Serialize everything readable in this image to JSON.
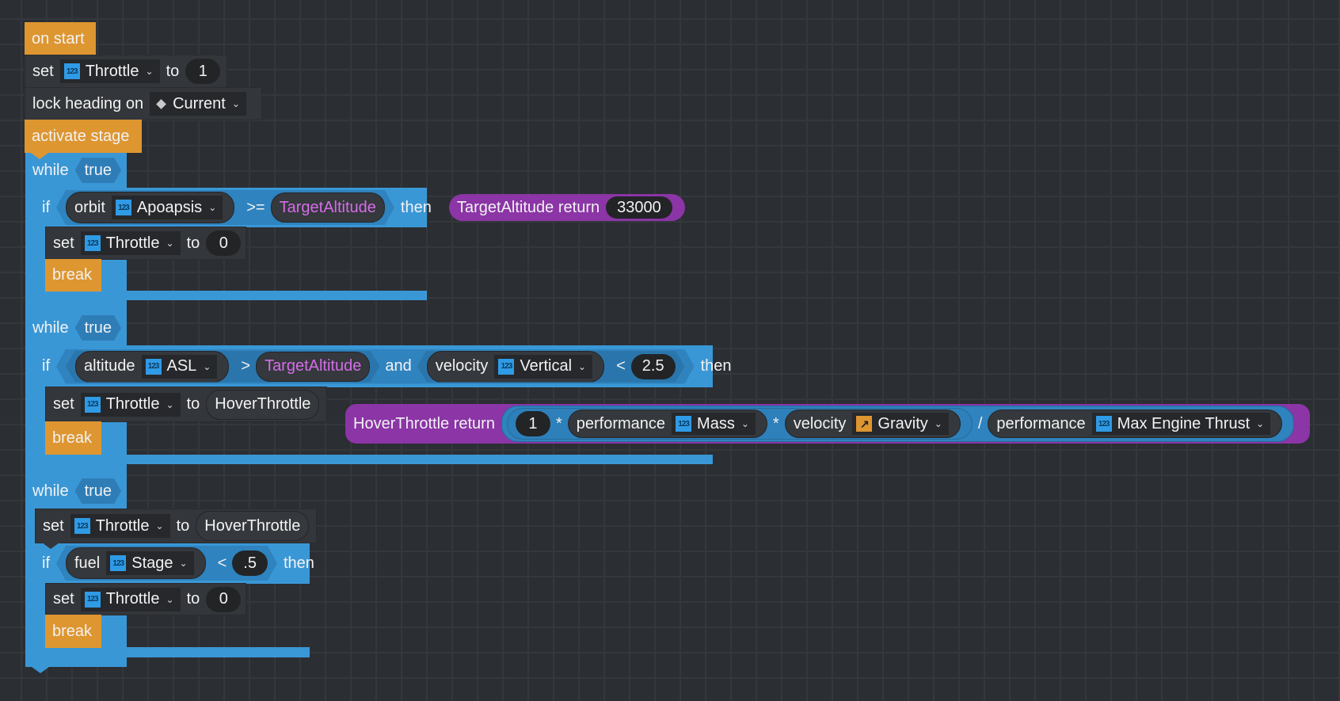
{
  "on_start": {
    "label": "on start"
  },
  "set1": {
    "kw": "set",
    "var": "Throttle",
    "to": "to",
    "value": "1"
  },
  "lock": {
    "label": "lock heading on",
    "option": "Current"
  },
  "activate": {
    "label": "activate stage"
  },
  "loop1": {
    "while": "while",
    "cond": "true",
    "if": "if",
    "then": "then",
    "lhs_category": "orbit",
    "lhs_field": "Apoapsis",
    "op": ">=",
    "rhs_var": "TargetAltitude",
    "set": {
      "kw": "set",
      "var": "Throttle",
      "to": "to",
      "value": "0"
    },
    "break": "break"
  },
  "loop2": {
    "while": "while",
    "cond": "true",
    "if": "if",
    "then": "then",
    "and": "and",
    "a_category": "altitude",
    "a_field": "ASL",
    "a_op": ">",
    "a_rhs": "TargetAltitude",
    "b_category": "velocity",
    "b_field": "Vertical",
    "b_op": "<",
    "b_rhs": "2.5",
    "set": {
      "kw": "set",
      "var": "Throttle",
      "to": "to",
      "value": "HoverThrottle"
    },
    "break": "break"
  },
  "loop3": {
    "while": "while",
    "cond": "true",
    "set_a": {
      "kw": "set",
      "var": "Throttle",
      "to": "to",
      "value": "HoverThrottle"
    },
    "if": "if",
    "then": "then",
    "c_category": "fuel",
    "c_field": "Stage",
    "c_op": "<",
    "c_rhs": ".5",
    "set_b": {
      "kw": "set",
      "var": "Throttle",
      "to": "to",
      "value": "0"
    },
    "break": "break"
  },
  "func_target": {
    "name": "TargetAltitude return",
    "value": "33000"
  },
  "func_hover": {
    "name": "HoverThrottle return",
    "n1": "1",
    "op1": "*",
    "p1_category": "performance",
    "p1_field": "Mass",
    "op2": "*",
    "v_category": "velocity",
    "v_field": "Gravity",
    "op3": "/",
    "p2_category": "performance",
    "p2_field": "Max Engine Thrust"
  },
  "icons": {
    "number": "123",
    "vector": "↗"
  }
}
